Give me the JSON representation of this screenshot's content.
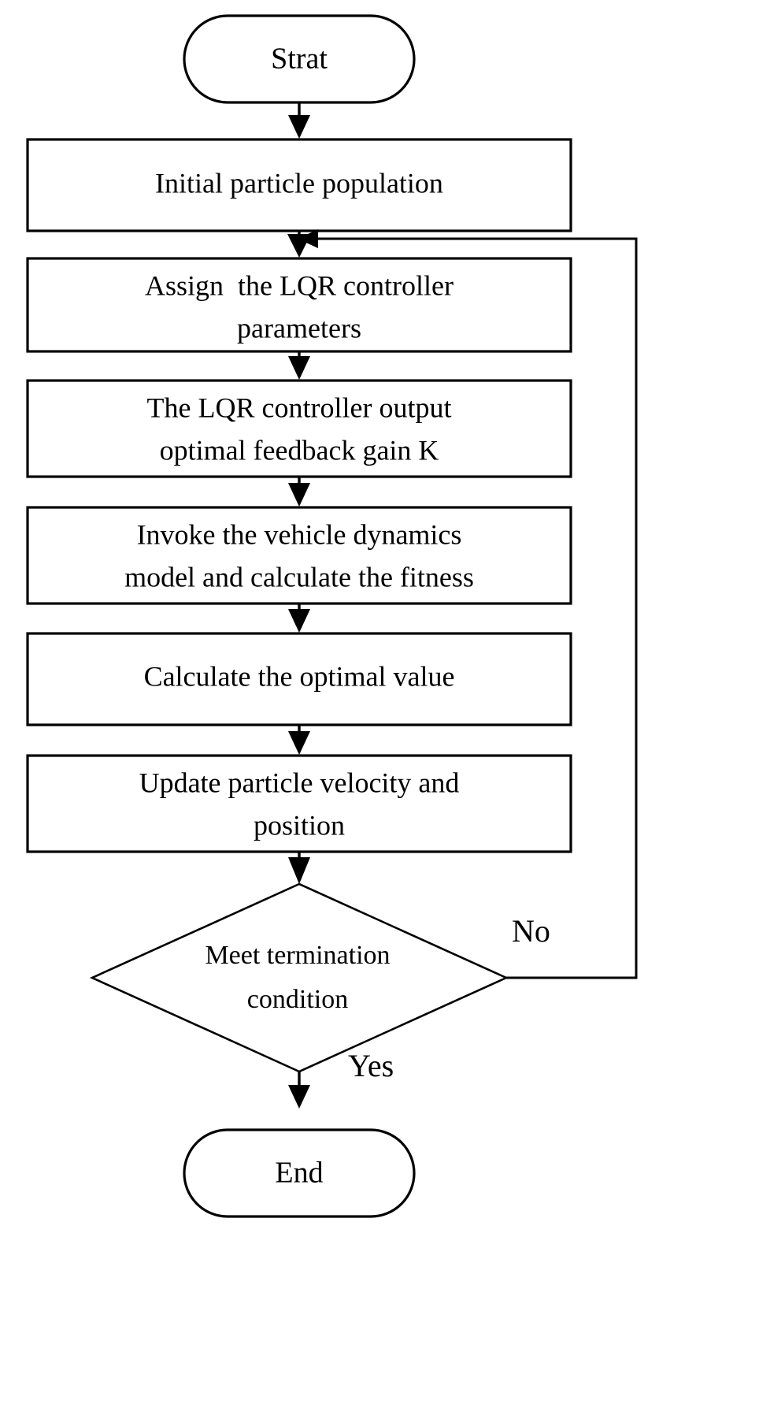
{
  "diagram": {
    "type": "flowchart",
    "title": "PSO-LQR controller parameter optimization flowchart",
    "background_color": "#ffffff",
    "line_color": "#000000",
    "text_color": "#000000",
    "nodes": [
      {
        "id": "start",
        "shape": "terminator",
        "label": "Strat"
      },
      {
        "id": "init",
        "shape": "process",
        "label": "Initial particle population"
      },
      {
        "id": "assign",
        "shape": "process",
        "line1": "Assign  the LQR controller",
        "line2": "parameters"
      },
      {
        "id": "lqr_output",
        "shape": "process",
        "line1": "The LQR controller output",
        "line2": "optimal feedback gain K"
      },
      {
        "id": "invoke",
        "shape": "process",
        "line1": "Invoke the vehicle dynamics",
        "line2": "model and calculate the fitness"
      },
      {
        "id": "calc_optimal",
        "shape": "process",
        "label": "Calculate the optimal value"
      },
      {
        "id": "update",
        "shape": "process",
        "line1": "Update particle velocity and",
        "line2": "position"
      },
      {
        "id": "decision",
        "shape": "decision",
        "line1": "Meet termination",
        "line2": "condition"
      },
      {
        "id": "end",
        "shape": "terminator",
        "label": "End"
      }
    ],
    "edge_labels": {
      "no": "No",
      "yes": "Yes"
    }
  }
}
